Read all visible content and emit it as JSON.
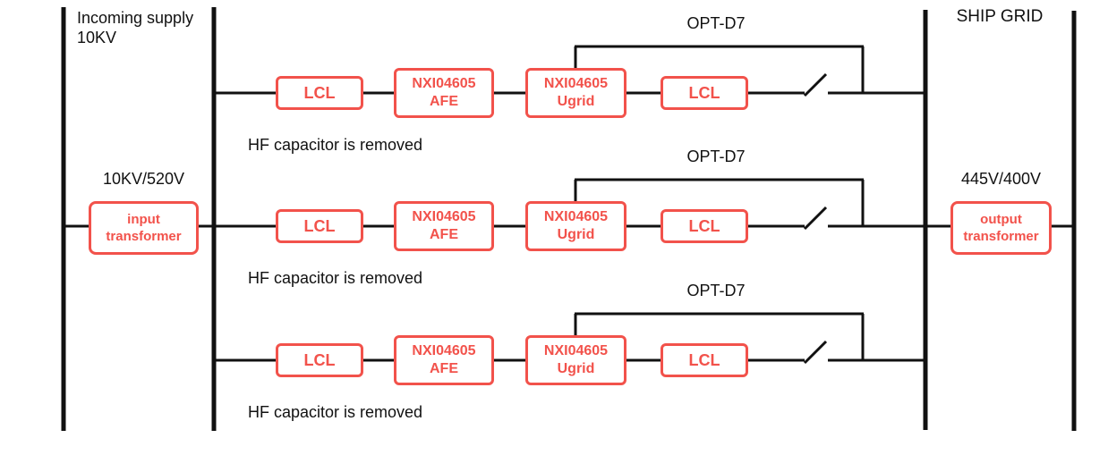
{
  "colors": {
    "box_red": "#f2524b",
    "line_black": "#111111"
  },
  "left": {
    "incoming_line1": "Incoming supply",
    "incoming_line2": "10KV",
    "ratio": "10KV/520V",
    "transformer_line1": "input",
    "transformer_line2": "transformer"
  },
  "right": {
    "grid": "SHIP GRID",
    "ratio": "445V/400V",
    "transformer_line1": "output",
    "transformer_line2": "transformer"
  },
  "rows": [
    {
      "opt": "OPT-D7",
      "note": "HF capacitor is removed",
      "lcl_in": "LCL",
      "afe1": "NXI04605",
      "afe2": "AFE",
      "ugrid1": "NXI04605",
      "ugrid2": "Ugrid",
      "lcl_out": "LCL"
    },
    {
      "opt": "OPT-D7",
      "note": "HF capacitor is removed",
      "lcl_in": "LCL",
      "afe1": "NXI04605",
      "afe2": "AFE",
      "ugrid1": "NXI04605",
      "ugrid2": "Ugrid",
      "lcl_out": "LCL"
    },
    {
      "opt": "OPT-D7",
      "note": "HF capacitor is removed",
      "lcl_in": "LCL",
      "afe1": "NXI04605",
      "afe2": "AFE",
      "ugrid1": "NXI04605",
      "ugrid2": "Ugrid",
      "lcl_out": "LCL"
    }
  ]
}
